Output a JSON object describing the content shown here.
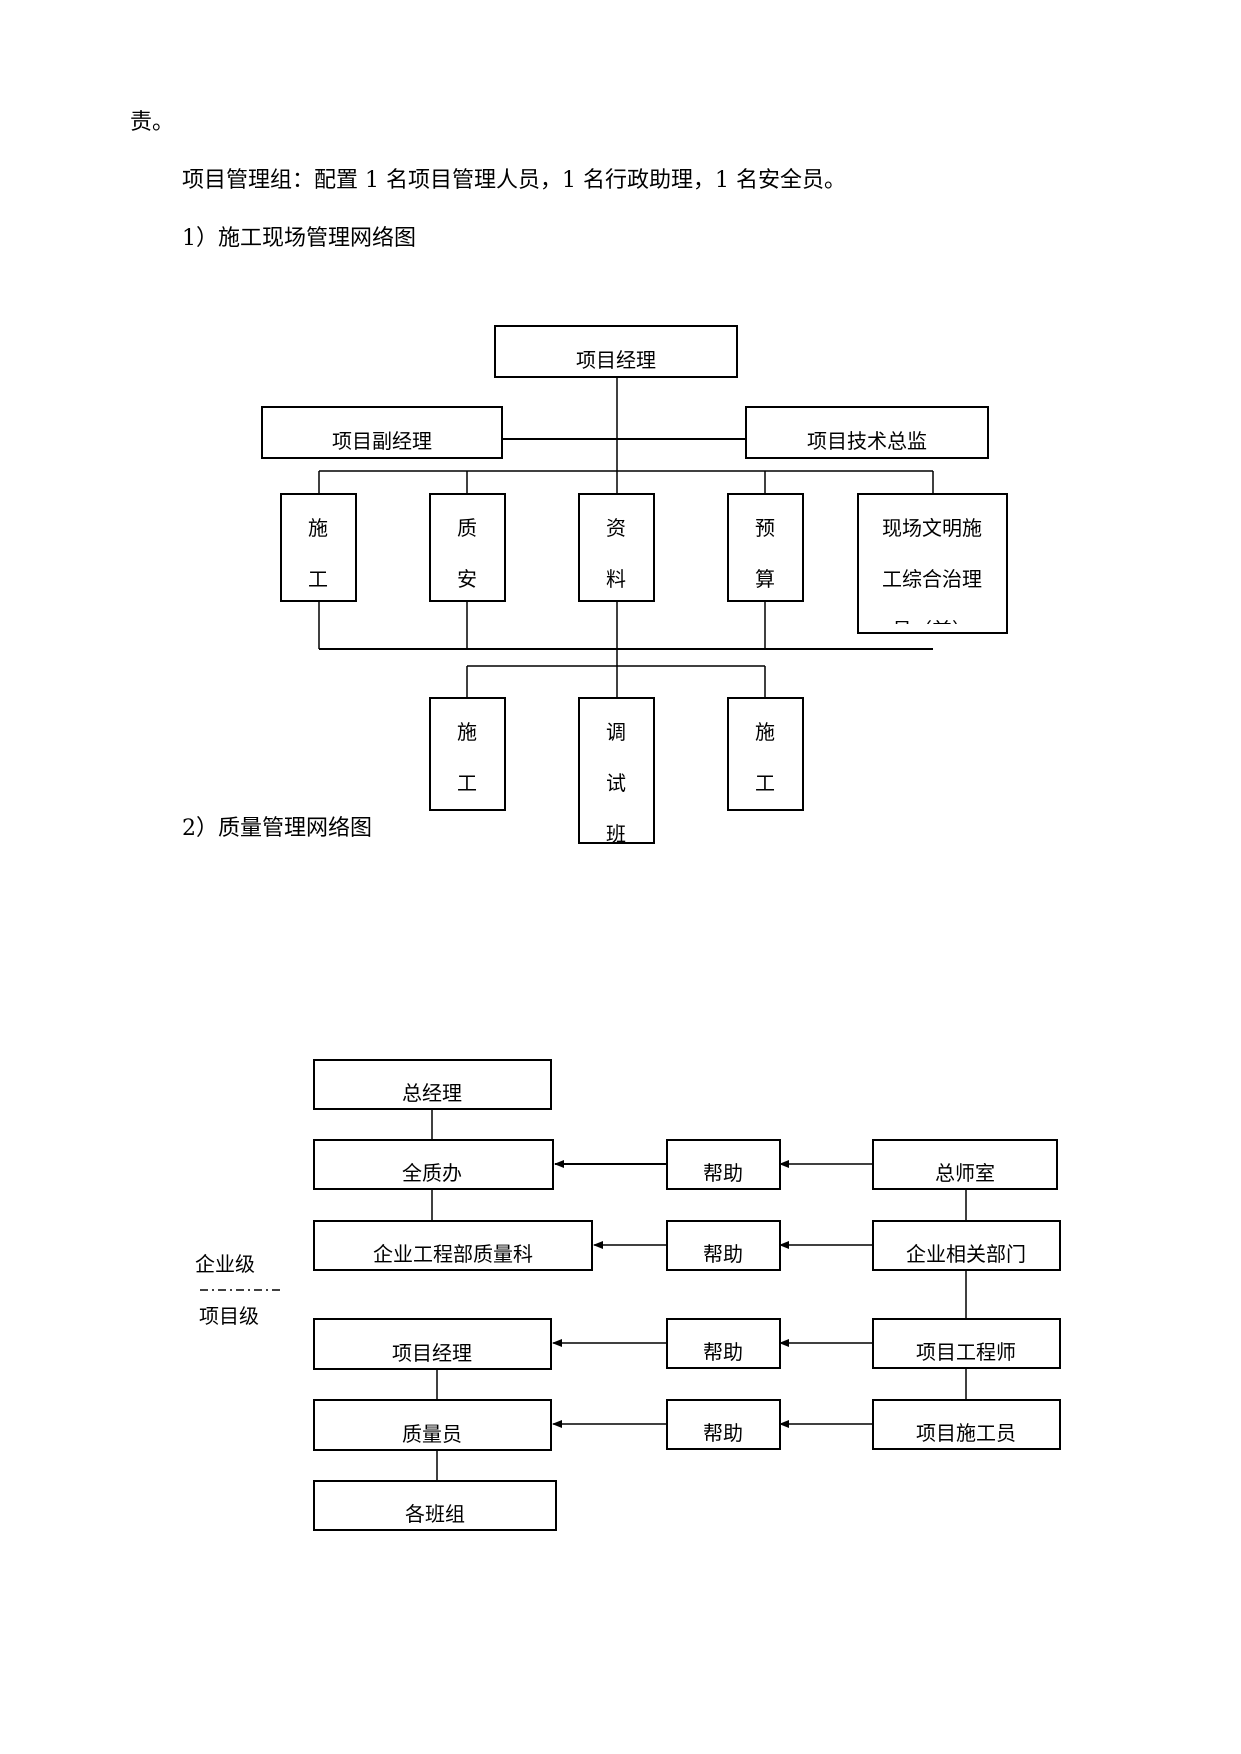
{
  "paragraphs": {
    "fragment": "责。",
    "team": "项目管理组：配置 1 名项目管理人员，1 名行政助理，1 名安全员。",
    "heading1": "1）施工现场管理网络图",
    "heading2": "2）质量管理网络图"
  },
  "site_chart": {
    "pm": "项目经理",
    "deputy": "项目副经理",
    "tech_director": "项目技术总监",
    "depts": [
      [
        "施",
        "工"
      ],
      [
        "质",
        "安"
      ],
      [
        "资",
        "料"
      ],
      [
        "预",
        "算"
      ],
      [
        "现场文明施",
        "工综合治理",
        "员（兼）"
      ]
    ],
    "teams": [
      [
        "施",
        "工"
      ],
      [
        "调",
        "试",
        "班"
      ],
      [
        "施",
        "工"
      ]
    ]
  },
  "quality_chart": {
    "left": [
      "总经理",
      "全质办",
      "企业工程部质量科",
      "项目经理",
      "质量员",
      "各班组"
    ],
    "help": [
      "帮助",
      "帮助",
      "帮助",
      "帮助"
    ],
    "right": [
      "总师室",
      "企业相关部门",
      "项目工程师",
      "项目施工员"
    ],
    "level_enterprise": "企业级",
    "level_project": "项目级"
  }
}
